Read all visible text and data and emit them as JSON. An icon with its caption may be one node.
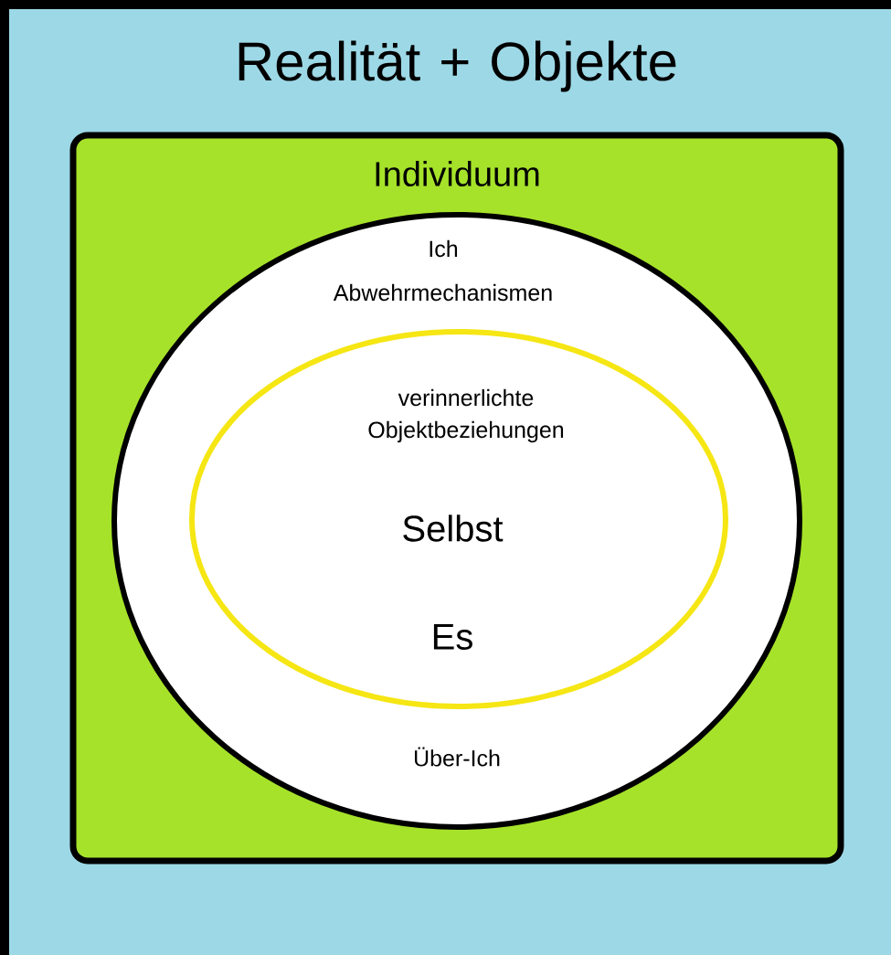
{
  "diagram": {
    "nodes": [
      {
        "text": [
          "Realität + Objekte"
        ]
      },
      {
        "text": [
          "Individuum"
        ],
        "in": 0
      },
      {
        "text": [
          "Ich",
          "Abwehrmechanismen",
          "Über-Ich"
        ],
        "in": 1
      },
      {
        "text": [
          "verinnerlichte Objektbeziehungen",
          "Selbst",
          "Es"
        ],
        "in": 2
      }
    ]
  }
}
